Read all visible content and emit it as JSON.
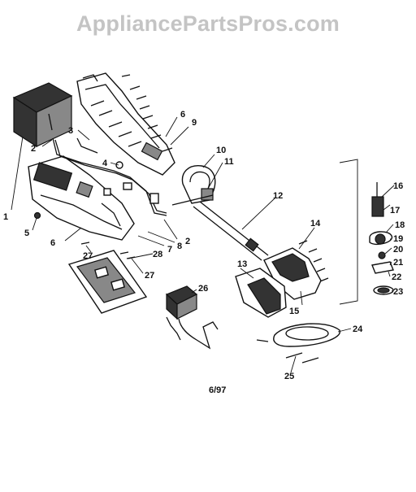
{
  "watermark": "AppliancePartsPros.com",
  "date_code": "6/97",
  "callouts": [
    {
      "id": "c1",
      "text": "1"
    },
    {
      "id": "c2a",
      "text": "2"
    },
    {
      "id": "c2b",
      "text": "2"
    },
    {
      "id": "c3",
      "text": "3"
    },
    {
      "id": "c4",
      "text": "4"
    },
    {
      "id": "c5",
      "text": "5"
    },
    {
      "id": "c6a",
      "text": "6"
    },
    {
      "id": "c6b",
      "text": "6"
    },
    {
      "id": "c7",
      "text": "7"
    },
    {
      "id": "c8",
      "text": "8"
    },
    {
      "id": "c9",
      "text": "9"
    },
    {
      "id": "c10",
      "text": "10"
    },
    {
      "id": "c11",
      "text": "11"
    },
    {
      "id": "c12",
      "text": "12"
    },
    {
      "id": "c13",
      "text": "13"
    },
    {
      "id": "c14",
      "text": "14"
    },
    {
      "id": "c15",
      "text": "15"
    },
    {
      "id": "c16",
      "text": "16"
    },
    {
      "id": "c17",
      "text": "17"
    },
    {
      "id": "c18",
      "text": "18"
    },
    {
      "id": "c19",
      "text": "19"
    },
    {
      "id": "c20",
      "text": "20"
    },
    {
      "id": "c21",
      "text": "21"
    },
    {
      "id": "c22",
      "text": "22"
    },
    {
      "id": "c23",
      "text": "23"
    },
    {
      "id": "c24",
      "text": "24"
    },
    {
      "id": "c25",
      "text": "25"
    },
    {
      "id": "c26",
      "text": "26"
    },
    {
      "id": "c27a",
      "text": "27"
    },
    {
      "id": "c27b",
      "text": "27"
    },
    {
      "id": "c28",
      "text": "28"
    }
  ]
}
